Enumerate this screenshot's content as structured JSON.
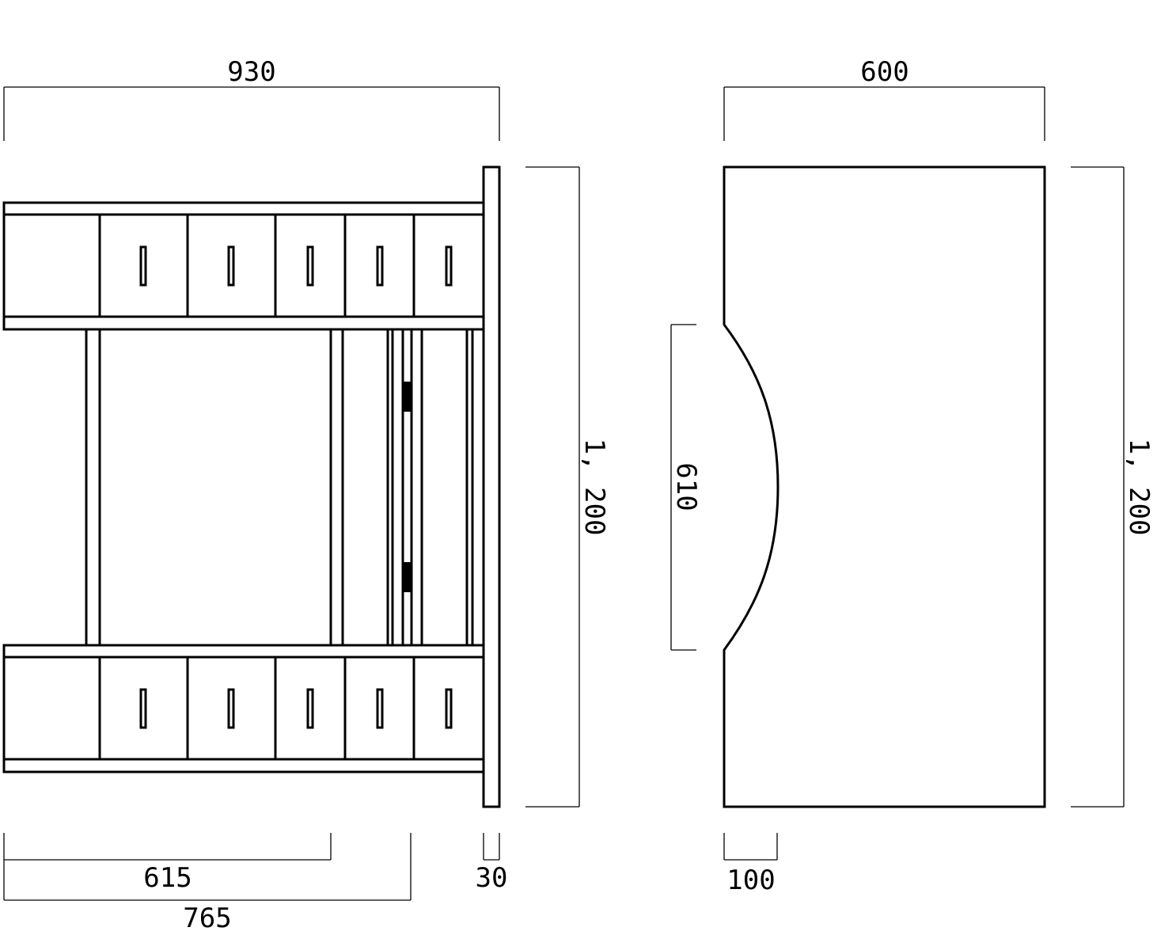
{
  "front_view": {
    "width_label": "930",
    "height_label": "1, 200",
    "depth_615_label": "615",
    "depth_765_label": "765",
    "panel_30_label": "30"
  },
  "side_view": {
    "width_label": "600",
    "height_label": "1, 200",
    "cutout_label": "610",
    "offset_label": "100"
  },
  "colors": {
    "line": "#000000",
    "background": "#ffffff"
  }
}
